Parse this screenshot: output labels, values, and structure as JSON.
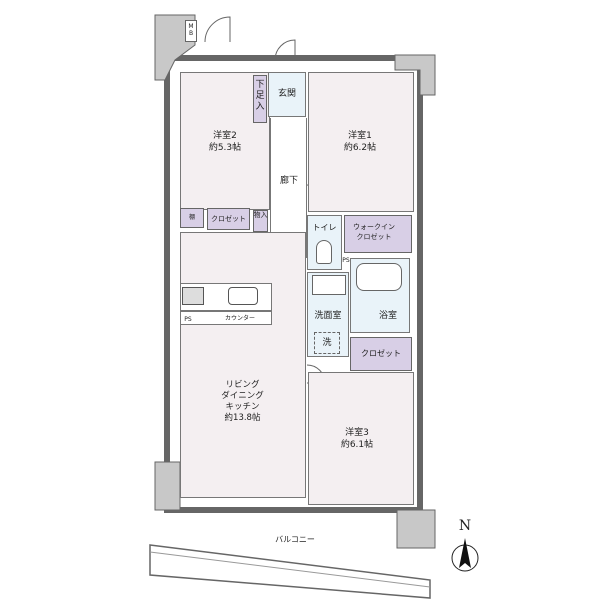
{
  "rooms": {
    "western2": {
      "name": "洋室2",
      "size": "約5.3帖"
    },
    "western1": {
      "name": "洋室1",
      "size": "約6.2帖"
    },
    "western3": {
      "name": "洋室3",
      "size": "約6.1帖"
    },
    "ldk": {
      "name": "リビング\nダイニング\nキッチン",
      "size": "約13.8帖"
    },
    "entrance": "玄関",
    "shoe_storage": "下足入",
    "hallway": "廊下",
    "shelf": "棚",
    "closet2": "クロゼット",
    "storage": "物入",
    "toilet": "トイレ",
    "walk_in_closet": "ウォークイン\nクロゼット",
    "bathroom": "浴室",
    "washroom": "洗面室",
    "washer": "洗",
    "closet3": "クロゼット",
    "counter": "カウンター",
    "ps_kitchen": "PS",
    "ps_toilet": "PS",
    "meter_box": "M\nB",
    "balcony": "バルコニー"
  },
  "compass": {
    "label": "N"
  }
}
